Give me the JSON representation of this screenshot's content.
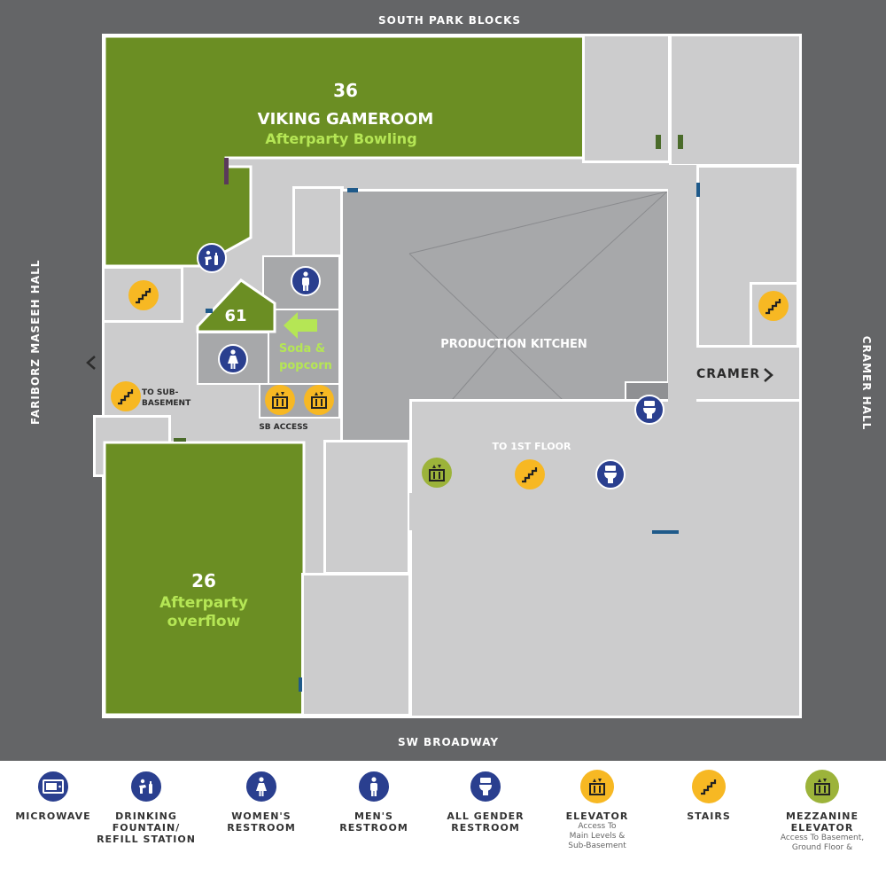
{
  "streets": {
    "north": "SOUTH PARK BLOCKS",
    "south": "SW BROADWAY",
    "west": "FARIBORZ MASEEH HALL",
    "east": "CRAMER HALL"
  },
  "rooms": {
    "r36": {
      "number": "36",
      "name": "VIKING GAMEROOM",
      "note": "Afterparty Bowling"
    },
    "r26": {
      "number": "26",
      "note_line1": "Afterparty",
      "note_line2": "overflow"
    },
    "r61": {
      "number": "61"
    },
    "kitchen": {
      "name": "PRODUCTION KITCHEN"
    }
  },
  "labels": {
    "soda_line1": "Soda &",
    "soda_line2": "popcorn",
    "to_sub_line1": "TO SUB-",
    "to_sub_line2": "BASEMENT",
    "sb_access": "SB ACCESS",
    "to_first": "TO 1ST FLOOR",
    "cramer": "CRAMER"
  },
  "legend": [
    {
      "icon": "microwave-icon",
      "title_line1": "MICROWAVE",
      "title_line2": "",
      "title_line3": "",
      "sub_line1": "",
      "sub_line2": "",
      "sub_line3": "",
      "color": "#2a3f8f"
    },
    {
      "icon": "drinking-fountain-icon",
      "title_line1": "DRINKING",
      "title_line2": "FOUNTAIN/",
      "title_line3": "REFILL STATION",
      "sub_line1": "",
      "sub_line2": "",
      "sub_line3": "",
      "color": "#2a3f8f"
    },
    {
      "icon": "womens-restroom-icon",
      "title_line1": "WOMEN'S",
      "title_line2": "RESTROOM",
      "title_line3": "",
      "sub_line1": "",
      "sub_line2": "",
      "sub_line3": "",
      "color": "#2a3f8f"
    },
    {
      "icon": "mens-restroom-icon",
      "title_line1": "MEN'S",
      "title_line2": "RESTROOM",
      "title_line3": "",
      "sub_line1": "",
      "sub_line2": "",
      "sub_line3": "",
      "color": "#2a3f8f"
    },
    {
      "icon": "all-gender-restroom-icon",
      "title_line1": "ALL GENDER",
      "title_line2": "RESTROOM",
      "title_line3": "",
      "sub_line1": "",
      "sub_line2": "",
      "sub_line3": "",
      "color": "#2a3f8f"
    },
    {
      "icon": "elevator-icon",
      "title_line1": "ELEVATOR",
      "title_line2": "",
      "title_line3": "",
      "sub_line1": "Access To",
      "sub_line2": "Main Levels &",
      "sub_line3": "Sub-Basement",
      "color": "#f7b823"
    },
    {
      "icon": "stairs-icon",
      "title_line1": "STAIRS",
      "title_line2": "",
      "title_line3": "",
      "sub_line1": "",
      "sub_line2": "",
      "sub_line3": "",
      "color": "#f7b823"
    },
    {
      "icon": "mezzanine-elevator-icon",
      "title_line1": "MEZZANINE",
      "title_line2": "ELEVATOR",
      "title_line3": "",
      "sub_line1": "Access To Basement,",
      "sub_line2": "Ground Floor &",
      "sub_line3": "",
      "color": "#9cb33a"
    }
  ],
  "colors": {
    "background": "#646567",
    "room_green": "#6b8e23",
    "label_green": "#b5e655",
    "icon_blue": "#2a3f8f",
    "icon_yellow": "#f7b823",
    "icon_olive": "#9cb33a"
  }
}
